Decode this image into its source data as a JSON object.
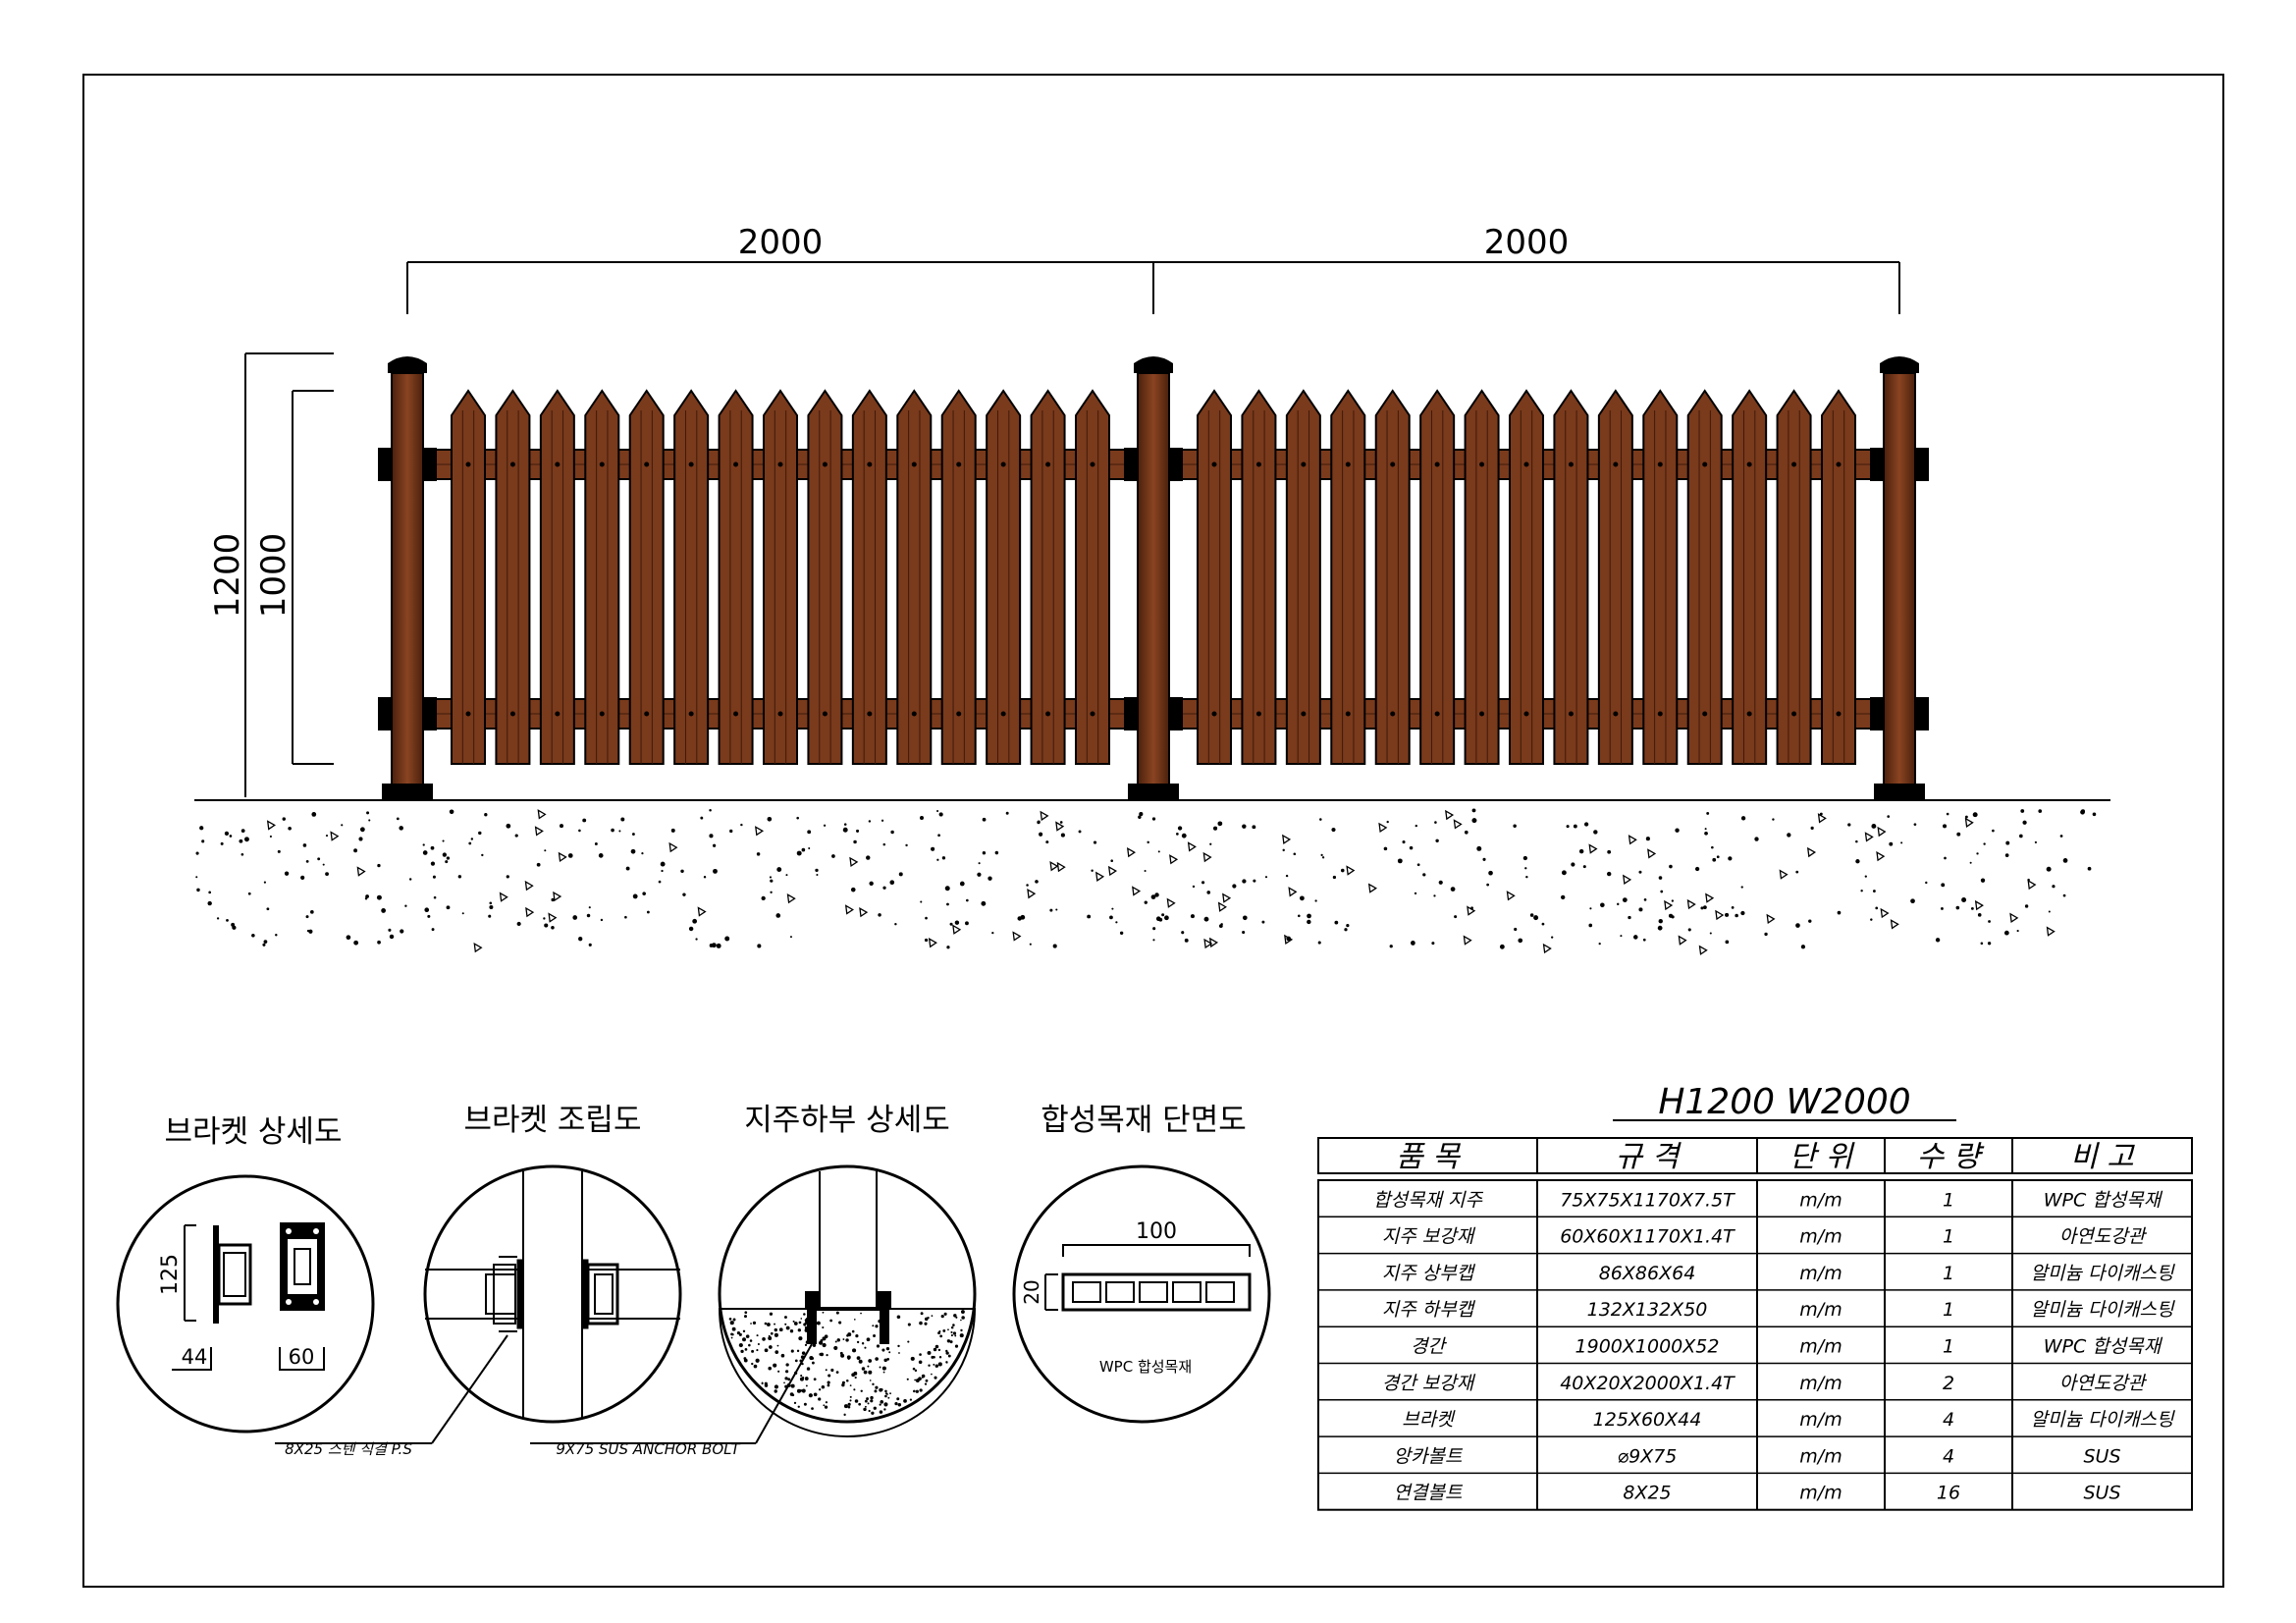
{
  "drawing": {
    "width_dims": [
      "2000",
      "2000"
    ],
    "height_dims": [
      "1200",
      "1000"
    ]
  },
  "details": {
    "titles": [
      "브라켓 상세도",
      "브라켓 조립도",
      "지주하부 상세도",
      "합성목재 단면도"
    ],
    "bracket_dims": [
      "125",
      "44",
      "60"
    ],
    "section_dims": [
      "100",
      "20"
    ],
    "section_label": "WPC 합성목재",
    "callouts": [
      "8X25 스텐 직결 P.S",
      "9X75 SUS ANCHOR BOLT"
    ]
  },
  "table": {
    "title": "H1200   W2000",
    "headers": [
      "품  목",
      "규    격",
      "단  위",
      "수  량",
      "비  고"
    ],
    "rows": [
      [
        "합성목재 지주",
        "75X75X1170X7.5T",
        "m/m",
        "1",
        "WPC 합성목재"
      ],
      [
        "지주 보강재",
        "60X60X1170X1.4T",
        "m/m",
        "1",
        "아연도강관"
      ],
      [
        "지주 상부캡",
        "86X86X64",
        "m/m",
        "1",
        "알미늄 다이캐스팅"
      ],
      [
        "지주 하부캡",
        "132X132X50",
        "m/m",
        "1",
        "알미늄 다이캐스팅"
      ],
      [
        "경간",
        "1900X1000X52",
        "m/m",
        "1",
        "WPC 합성목재"
      ],
      [
        "경간 보강재",
        "40X20X2000X1.4T",
        "m/m",
        "2",
        "아연도강관"
      ],
      [
        "브라켓",
        "125X60X44",
        "m/m",
        "4",
        "알미늄 다이캐스팅"
      ],
      [
        "앙카볼트",
        "⌀9X75",
        "m/m",
        "4",
        "SUS"
      ],
      [
        "연결볼트",
        "8X25",
        "m/m",
        "16",
        "SUS"
      ]
    ]
  },
  "colors": {
    "wood": "#7a3a1c",
    "wood_dark": "#3e1a0a",
    "line": "#000000"
  }
}
